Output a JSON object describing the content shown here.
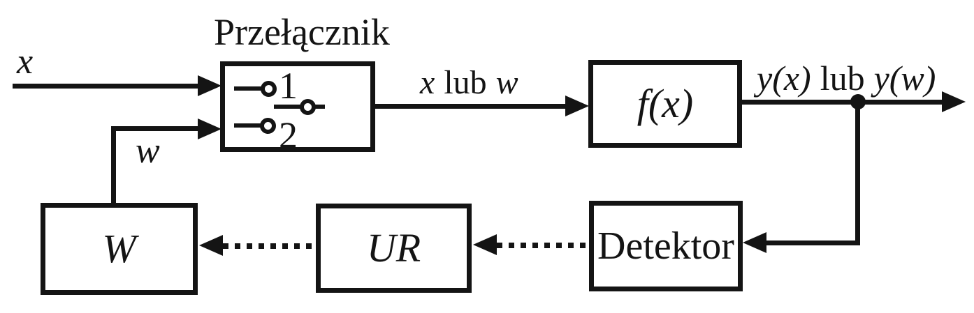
{
  "diagram": {
    "kind": "adaptive-system-block-diagram",
    "colors": {
      "ink": "#141414",
      "paper": "#ffffff"
    },
    "switch": {
      "title": "Przełącznik",
      "position_1": "1",
      "position_2": "2"
    },
    "blocks": {
      "plant": "f(x)",
      "weights": "W",
      "adaptation": "UR",
      "detector": "Detektor"
    },
    "signals": {
      "input": "x",
      "weight": "w",
      "switch_output": {
        "left": "x",
        "connector": "lub",
        "right": "w"
      },
      "system_output": {
        "left": "y(x)",
        "connector": "lub",
        "right": "y(w)"
      }
    }
  }
}
